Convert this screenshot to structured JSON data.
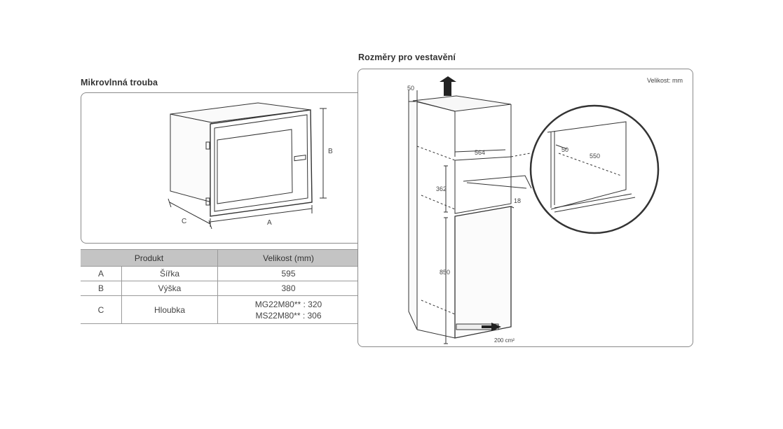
{
  "left": {
    "title": "Mikrovlnná trouba",
    "labels": {
      "a": "A",
      "b": "B",
      "c": "C"
    }
  },
  "right": {
    "title": "Rozměry pro vestavění",
    "unit_note": "Velikost: mm",
    "dimensions": {
      "top_gap": "50",
      "width": "564",
      "height": "362",
      "side": "18",
      "lower": "850",
      "vent": "200 cm²",
      "detail_gap": "50",
      "detail_depth": "550"
    }
  },
  "table": {
    "headers": [
      "Produkt",
      "Velikost (mm)"
    ],
    "rows": [
      {
        "letter": "A",
        "name": "Šířka",
        "size": [
          "595"
        ]
      },
      {
        "letter": "B",
        "name": "Výška",
        "size": [
          "380"
        ]
      },
      {
        "letter": "C",
        "name": "Hloubka",
        "size": [
          "MG22M80** : 320",
          "MS22M80** : 306"
        ]
      }
    ]
  }
}
